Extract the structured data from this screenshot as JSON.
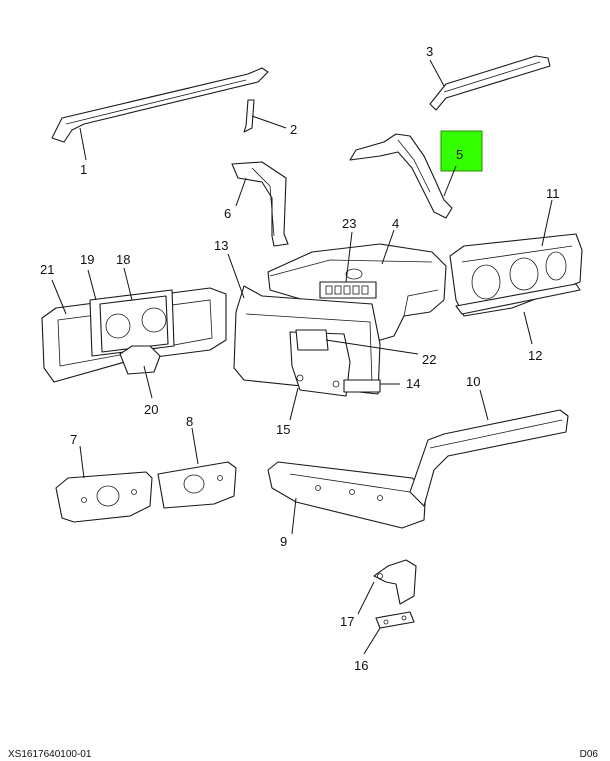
{
  "callouts": {
    "n1": "1",
    "n2": "2",
    "n3": "3",
    "n4": "4",
    "n5": "5",
    "n6": "6",
    "n7": "7",
    "n8": "8",
    "n9": "9",
    "n10": "10",
    "n11": "11",
    "n12": "12",
    "n13": "13",
    "n14": "14",
    "n15": "15",
    "n16": "16",
    "n17": "17",
    "n18": "18",
    "n19": "19",
    "n20": "20",
    "n21": "21",
    "n22": "22",
    "n23": "23"
  },
  "highlight": {
    "label": "5",
    "color": "#33ff00"
  },
  "footer": {
    "left": "XS1617640100-01",
    "right": "D06"
  }
}
